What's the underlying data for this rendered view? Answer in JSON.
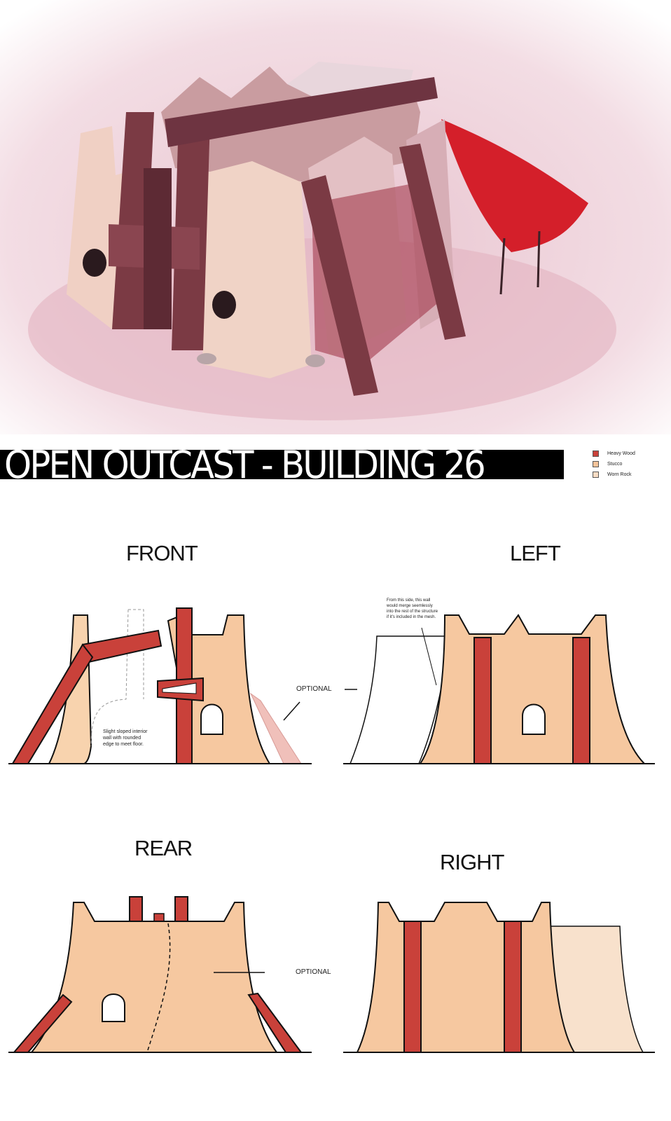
{
  "title": "OPEN OUTCAST - BUILDING 26",
  "legend": [
    {
      "label": "Heavy Wood",
      "color": "#c9413a"
    },
    {
      "label": "Stucco",
      "color": "#f4c49a"
    },
    {
      "label": "Worn Rock",
      "color": "#f8dcc4"
    }
  ],
  "views": {
    "front": {
      "title": "FRONT",
      "note_line1": "Slight sloped interior",
      "note_line2": "wall with rounded",
      "note_line3": "edge to meet floor.",
      "optional": "OPTIONAL"
    },
    "left": {
      "title": "LEFT",
      "note_line1": "From this side, this wall",
      "note_line2": "would merge seemlessly",
      "note_line3": "into the rest of the structure",
      "note_line4": "if it's included in the mesh."
    },
    "rear": {
      "title": "REAR",
      "optional": "OPTIONAL"
    },
    "right": {
      "title": "RIGHT"
    }
  },
  "colors": {
    "wood": "#c9413a",
    "stucco": "#f4c49a",
    "rock": "#f8dcc4",
    "window": "#ffffff",
    "outline": "#1a1a1a"
  }
}
